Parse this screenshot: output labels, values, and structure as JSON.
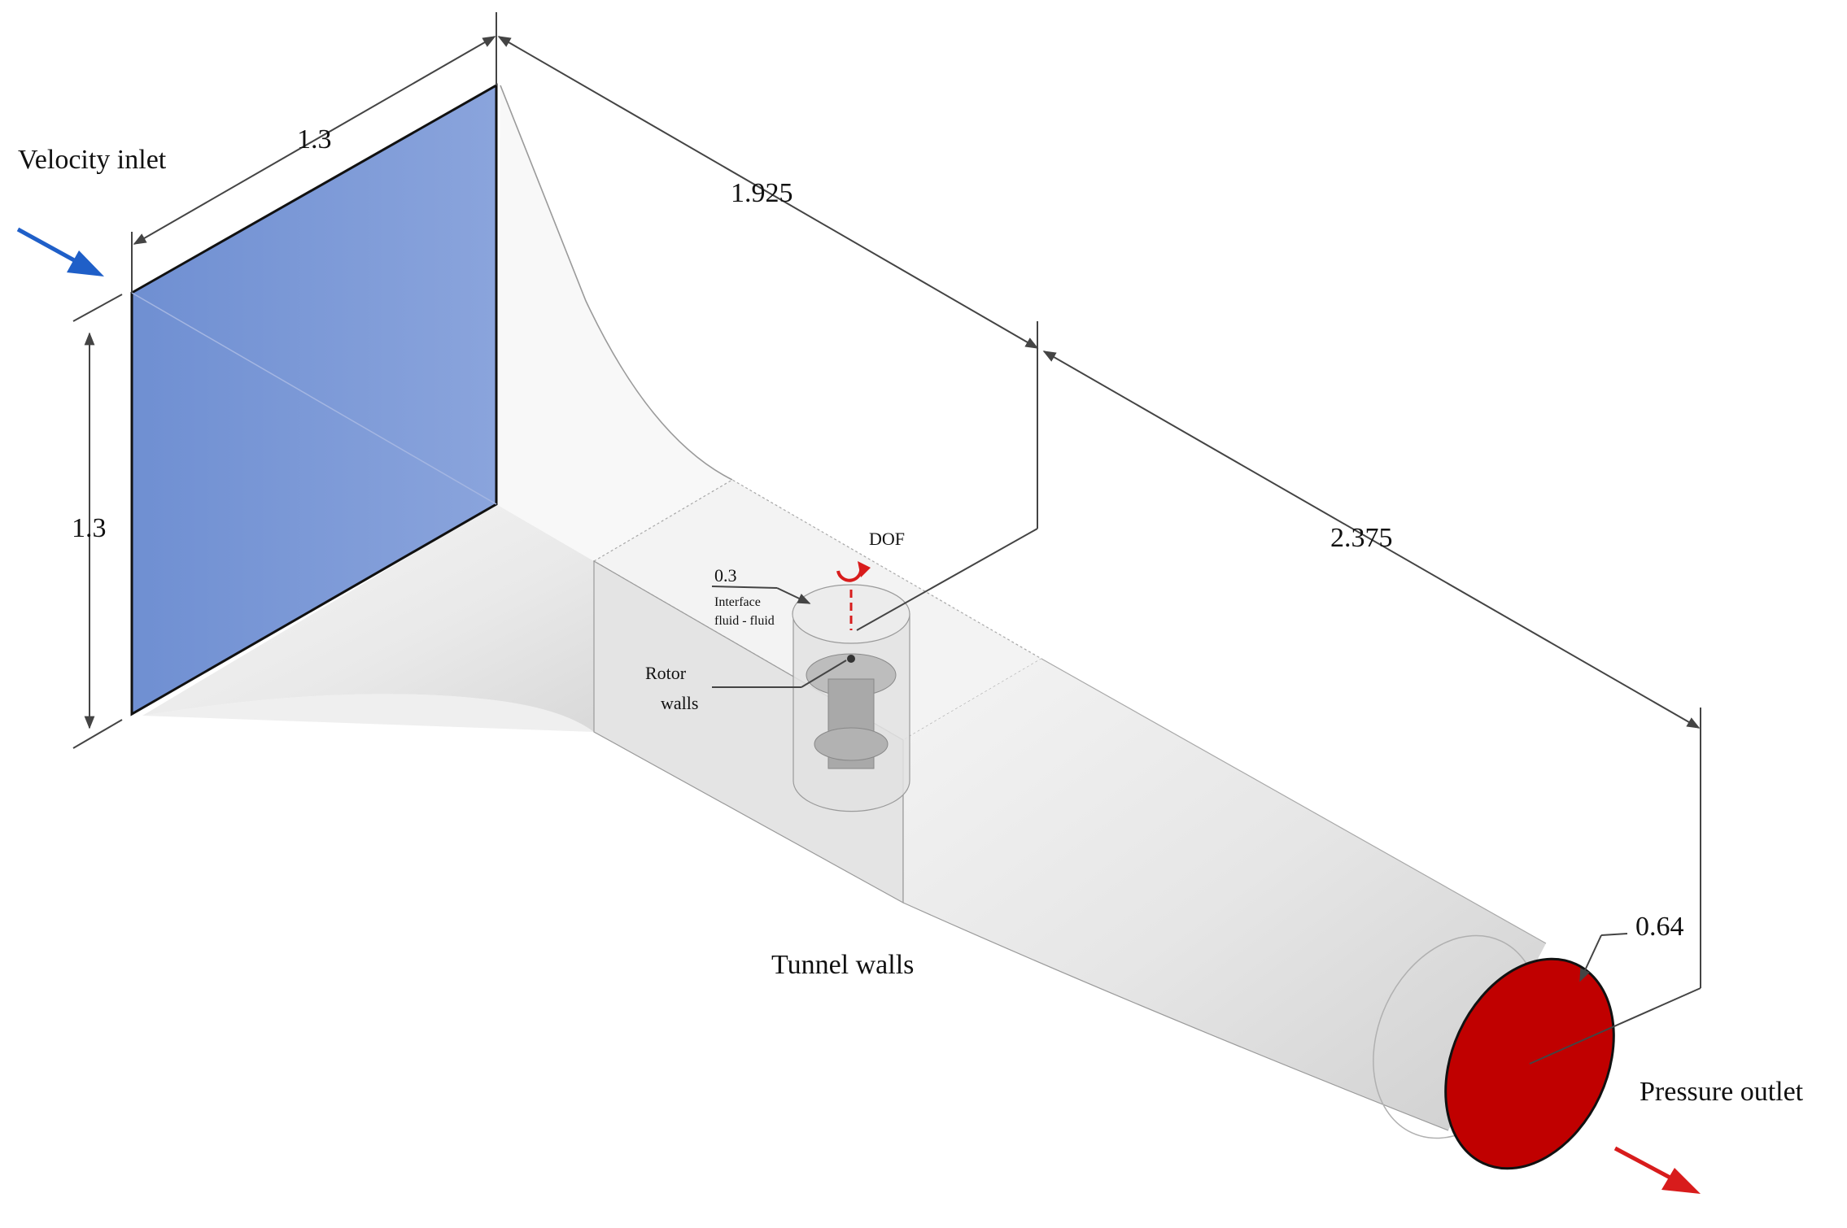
{
  "labels": {
    "velocity_inlet": "Velocity inlet",
    "pressure_outlet": "Pressure outlet",
    "tunnel_walls": "Tunnel walls",
    "rotor_walls_line1": "Rotor",
    "rotor_walls_line2": "walls",
    "dof": "DOF",
    "interface_value": "0.3",
    "interface_line1": "Interface",
    "interface_line2": "fluid - fluid"
  },
  "dimensions": {
    "inlet_width": "1.3",
    "inlet_height": "1.3",
    "inlet_to_rotor": "1.925",
    "rotor_to_outlet": "2.375",
    "outlet_diameter": "0.64"
  },
  "colors": {
    "inlet_face": "#7b9ad6",
    "outlet_face": "#c00000",
    "inlet_arrow": "#1f5fc8",
    "outlet_arrow": "#d81c1c",
    "dimension_line": "#444444",
    "body_fill": "#ececec"
  }
}
